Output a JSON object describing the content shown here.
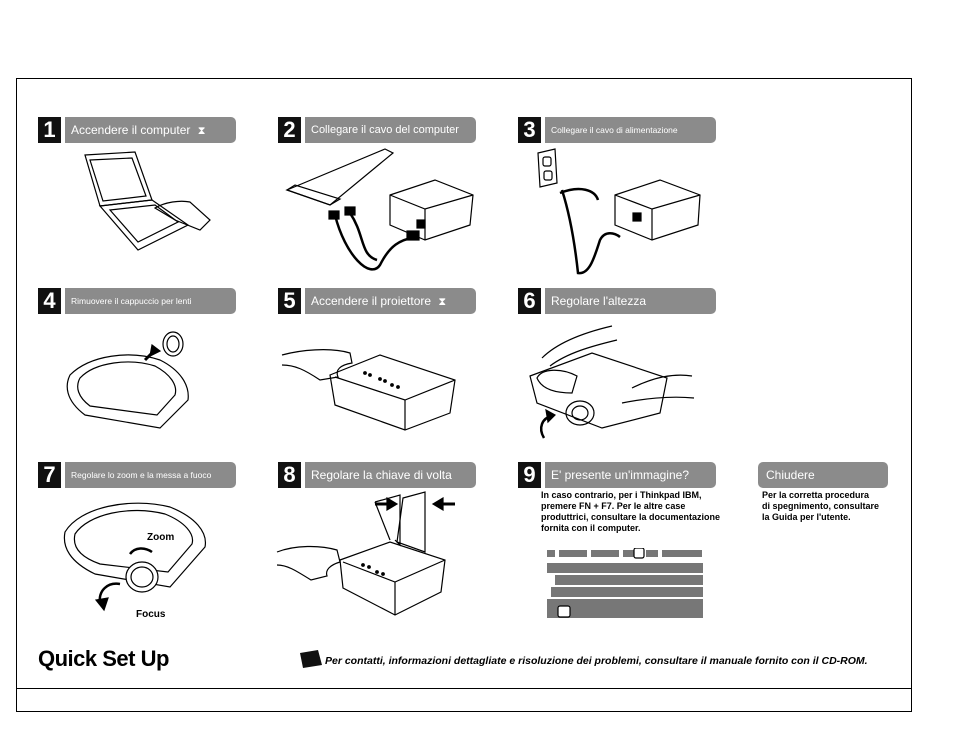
{
  "steps": [
    {
      "num": "1",
      "label": "Accendere il computer",
      "hourglass": "⧗"
    },
    {
      "num": "2",
      "label": "Collegare il cavo del computer"
    },
    {
      "num": "3",
      "label": "Collegare il cavo di alimentazione"
    },
    {
      "num": "4",
      "label": "Rimuovere il cappuccio per lenti"
    },
    {
      "num": "5",
      "label": "Accendere il proiettore",
      "hourglass": "⧗"
    },
    {
      "num": "6",
      "label": "Regolare l'altezza"
    },
    {
      "num": "7",
      "label": "Regolare lo zoom e la messa a fuoco"
    },
    {
      "num": "8",
      "label": "Regolare la chiave di volta"
    },
    {
      "num": "9",
      "label": "E' presente un'immagine?"
    }
  ],
  "step7": {
    "zoom_label": "Zoom",
    "focus_label": "Focus"
  },
  "step9": {
    "lines": [
      "In caso contrario, per i Thinkpad IBM,",
      "premere FN + F7. Per le altre case",
      "produttrici, consultare la documentazione",
      "fornita con il computer."
    ]
  },
  "close": {
    "title": "Chiudere",
    "lines": [
      "Per la corretta procedura",
      "di spegnimento, consultare",
      "la Guida per l'utente."
    ]
  },
  "footer": {
    "title": "Quick Set Up",
    "contact": "Per contatti, informazioni dettagliate e risoluzione dei problemi, consultare il manuale fornito con il CD-ROM."
  }
}
